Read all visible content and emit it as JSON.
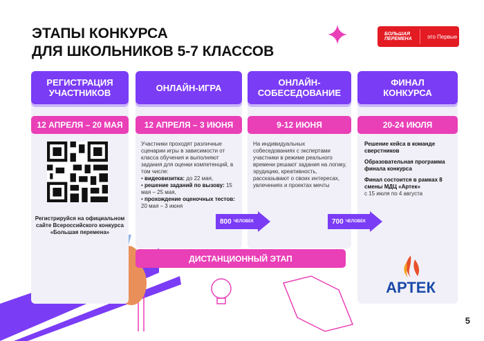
{
  "title": {
    "line1": "ЭТАПЫ КОНКУРСА",
    "line2": "ДЛЯ ШКОЛЬНИКОВ 5-7 КЛАССОВ"
  },
  "logo": {
    "brand_line1": "БОЛЬШАЯ",
    "brand_line2": "ПЕРЕМЕНА",
    "slogan": "это Первые"
  },
  "colors": {
    "purple": "#7b3cf6",
    "pink": "#e93fb7",
    "red": "#e31b23"
  },
  "stages": [
    {
      "title": "РЕГИСТРАЦИЯ УЧАСТНИКОВ",
      "date": "12 АПРЕЛЯ – 20 МАЯ",
      "note": "Регистрируйся на официальном сайте Всероссийского конкурса «Большая перемена»"
    },
    {
      "title": "ОНЛАЙН-ИГРА",
      "date": "12 АПРЕЛЯ – 3 ИЮНЯ",
      "intro": "Участники проходят различные сценарии игры в зависимости от класса обучения и выполняют задания для оценки компетенций, в том числе:",
      "items": [
        {
          "bold": "видеовизитка:",
          "rest": " до 22 мая,"
        },
        {
          "bold": "решение заданий по вызову:",
          "rest": " 15 мая – 25 мая,"
        },
        {
          "bold": "прохождение оценочных тестов:",
          "rest": " 20 мая – 3 июня"
        }
      ]
    },
    {
      "title": "ОНЛАЙН-СОБЕСЕДОВАНИЕ",
      "date": "9-12 ИЮНЯ",
      "text": "На индивидуальных собеседованиях с экспертами участники в режиме реального времени решают задания на логику, эрудицию, креативность, рассказывают о своих интересах, увлечениях и проектах мечты"
    },
    {
      "title": "ФИНАЛ КОНКУРСА",
      "date": "20-24 ИЮЛЯ",
      "p1": "Решение кейса в команде сверстников",
      "p2": "Образовательная программа финала конкурса",
      "p3_bold": "Финал состоится в рамках 8 смены МДЦ «Артек»",
      "p3_rest": "с 15 июля по 4 августа"
    }
  ],
  "arrows": [
    {
      "count": "800",
      "unit": "ЧЕЛОВЕК"
    },
    {
      "count": "700",
      "unit": "ЧЕЛОВЕК"
    }
  ],
  "distance_stage": "ДИСТАНЦИОННЫЙ ЭТАП",
  "artek": "АРТЕК",
  "page_number": "5"
}
